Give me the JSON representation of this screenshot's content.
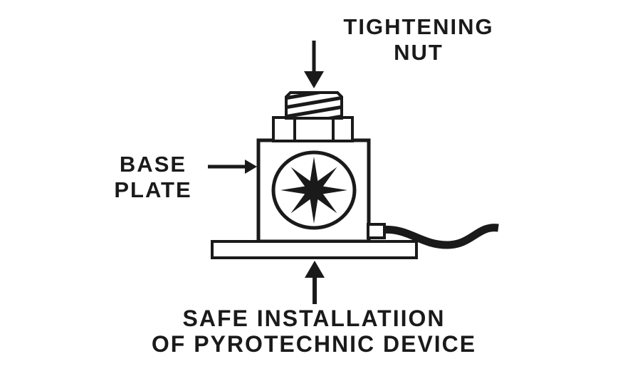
{
  "diagram": {
    "labels": {
      "tightening_nut": {
        "line1": "TIGHTENING",
        "line2": "NUT"
      },
      "base_plate": {
        "line1": "BASE",
        "line2": "PLATE"
      },
      "caption": {
        "line1": "SAFE INSTALLATIION",
        "line2": "OF PYROTECHNIC DEVICE"
      }
    },
    "colors": {
      "ink": "#1a1a1a",
      "background": "#ffffff"
    },
    "shapes": [
      "down-arrow",
      "right-arrow",
      "up-arrow",
      "threaded-stud",
      "hex-nut",
      "device-body",
      "starburst-symbol",
      "cable-connector",
      "cable",
      "base-plate"
    ]
  }
}
